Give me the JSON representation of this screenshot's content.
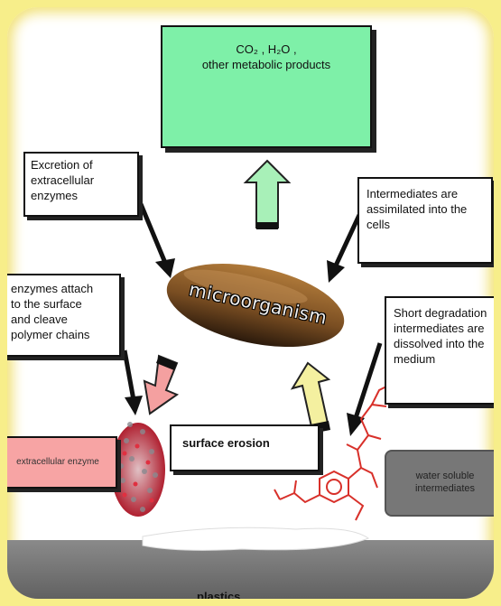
{
  "boxes": {
    "products": {
      "line1": "CO₂ , H₂O ,",
      "line2": "other metabolic products"
    },
    "excretion": [
      "Excretion of",
      "extracellular",
      "enzymes"
    ],
    "assimilated": [
      "Intermediates are",
      "assimilated into the",
      "cells"
    ],
    "enzymes_attach": [
      "enzymes attach",
      "to the surface",
      "and cleave",
      "polymer chains"
    ],
    "short_degradation": [
      "Short degradation",
      "intermediates are",
      "dissolved into the",
      "medium"
    ],
    "surface_erosion": "surface erosion",
    "extracellular_enzyme": "extracellular enzyme",
    "water_soluble": [
      "water soluble",
      "intermediates"
    ]
  },
  "organism_label": "microorganism",
  "plastics_label": "plastics",
  "colors": {
    "background": "#f7ee8a",
    "products_box": "#7ef0a8",
    "enzyme_box": "#f7a4a4",
    "water_box": "#777777",
    "arrow_green": "#a8f0b8",
    "arrow_pink": "#f4a0a0",
    "arrow_yellow": "#f4f0a0",
    "organism": "#8a5a2a",
    "enzyme_blob": "#c0303a",
    "molecule": "#d8302a",
    "plastic": "#6e6e6e"
  }
}
